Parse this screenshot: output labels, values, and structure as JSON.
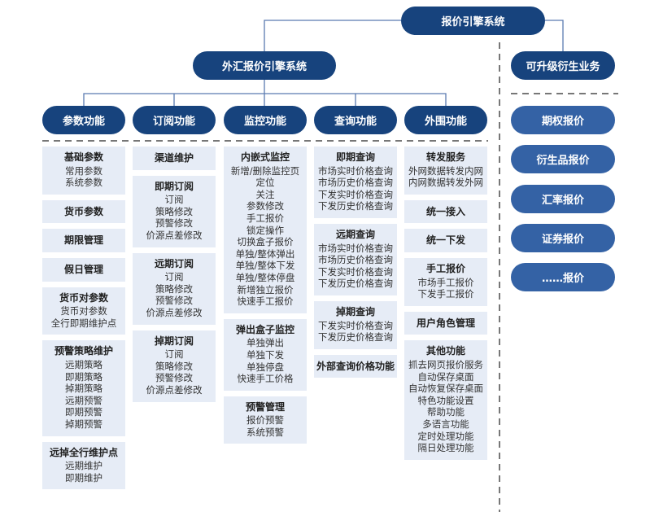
{
  "root": "报价引擎系统",
  "fx_system": "外汇报价引擎系统",
  "upgrade": "可升级衍生业务",
  "modules": [
    "参数功能",
    "订阅功能",
    "监控功能",
    "查询功能",
    "外围功能"
  ],
  "derivatives": [
    "期权报价",
    "衍生品报价",
    "汇率报价",
    "证券报价",
    "……报价"
  ],
  "columns": [
    [
      {
        "title": "基础参数",
        "items": [
          "常用参数",
          "系统参数"
        ]
      },
      {
        "title": "货币参数",
        "items": []
      },
      {
        "title": "期限管理",
        "items": []
      },
      {
        "title": "假日管理",
        "items": []
      },
      {
        "title": "货币对参数",
        "items": [
          "货币对参数",
          "全行即期维护点"
        ]
      },
      {
        "title": "预警策略维护",
        "items": [
          "远期策略",
          "即期策略",
          "掉期策略",
          "远期预警",
          "即期预警",
          "掉期预警"
        ]
      },
      {
        "title": "远掉全行维护点",
        "items": [
          "远期维护",
          "即期维护"
        ]
      }
    ],
    [
      {
        "title": "渠道维护",
        "items": []
      },
      {
        "title": "即期订阅",
        "items": [
          "订阅",
          "策略修改",
          "预警修改",
          "价源点差修改"
        ]
      },
      {
        "title": "远期订阅",
        "items": [
          "订阅",
          "策略修改",
          "预警修改",
          "价源点差修改"
        ]
      },
      {
        "title": "掉期订阅",
        "items": [
          "订阅",
          "策略修改",
          "预警修改",
          "价源点差修改"
        ]
      }
    ],
    [
      {
        "title": "内嵌式监控",
        "items": [
          "新增/删除监控页",
          "定位",
          "关注",
          "参数修改",
          "手工报价",
          "锁定操作",
          "切换盒子报价",
          "单独/整体弹出",
          "单独/整体下发",
          "单独/整体停盘",
          "新增独立报价",
          "快速手工报价"
        ]
      },
      {
        "title": "弹出盒子监控",
        "items": [
          "单独弹出",
          "单独下发",
          "单独停盘",
          "快速手工价格"
        ]
      },
      {
        "title": "预警管理",
        "items": [
          "报价预警",
          "系统预警"
        ]
      }
    ],
    [
      {
        "title": "即期查询",
        "items": [
          "市场实时价格查询",
          "市场历史价格查询",
          "下发实时价格查询",
          "下发历史价格查询"
        ]
      },
      {
        "title": "远期查询",
        "items": [
          "市场实时价格查询",
          "市场历史价格查询",
          "下发实时价格查询",
          "下发历史价格查询"
        ]
      },
      {
        "title": "掉期查询",
        "items": [
          "下发实时价格查询",
          "下发历史价格查询"
        ]
      },
      {
        "title": "外部查询价格功能",
        "items": []
      }
    ],
    [
      {
        "title": "转发服务",
        "items": [
          "外网数据转发内网",
          "内网数据转发外网"
        ]
      },
      {
        "title": "统一接入",
        "items": []
      },
      {
        "title": "统一下发",
        "items": []
      },
      {
        "title": "手工报价",
        "items": [
          "市场手工报价",
          "下发手工报价"
        ]
      },
      {
        "title": "用户角色管理",
        "items": []
      },
      {
        "title": "其他功能",
        "items": [
          "抓去网页报价服务",
          "自动保存桌面",
          "自动恢复保存桌面",
          "特色功能设置",
          "帮助功能",
          "多语言功能",
          "定时处理功能",
          "隔日处理功能"
        ]
      }
    ]
  ],
  "colors": {
    "navy": "#17437d",
    "blue": "#3462a5",
    "box": "#e6ecf6"
  }
}
